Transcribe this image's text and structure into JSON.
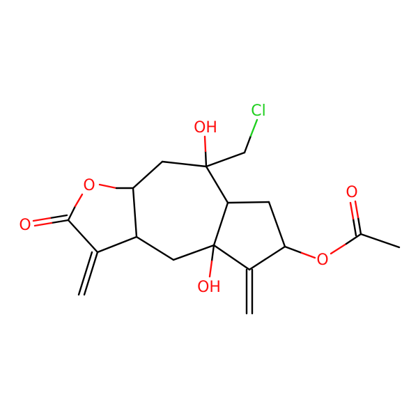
{
  "colors": {
    "background": "#ffffff",
    "bond": "#000000",
    "oxygen": "#ff0d0d",
    "chlorine": "#1fcf1f"
  },
  "labels": {
    "cl": "Cl",
    "oh_top": "OH",
    "oh_bottom": "OH",
    "o_ring": "O",
    "o_carbonyl_lactone": "O",
    "o_ester": "O",
    "o_carbonyl_acetyl": "O"
  }
}
